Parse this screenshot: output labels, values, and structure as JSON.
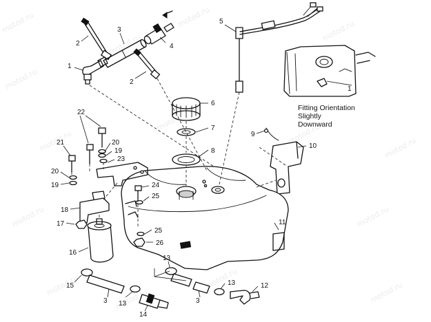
{
  "watermark": "motod.ru",
  "note": {
    "line1": "Fitting Orientation",
    "line2": "Slightly",
    "line3": "Downward"
  },
  "callouts": {
    "c1": "1",
    "c2a": "2",
    "c2b": "2",
    "c3a": "3",
    "c4": "4",
    "c5": "5",
    "c6": "6",
    "c7": "7",
    "c8": "8",
    "c9": "9",
    "c10": "10",
    "c11": "11",
    "c12": "12",
    "c13a": "13",
    "c13b": "13",
    "c13c": "13",
    "c14": "14",
    "c15": "15",
    "c16": "16",
    "c17": "17",
    "c18": "18",
    "c19a": "19",
    "c19b": "19",
    "c20a": "20",
    "c20b": "20",
    "c21": "21",
    "c22": "22",
    "c23": "23",
    "c24": "24",
    "c25a": "25",
    "c25b": "25",
    "c26": "26",
    "c3b": "3",
    "c3c": "3",
    "inset1": "1"
  }
}
